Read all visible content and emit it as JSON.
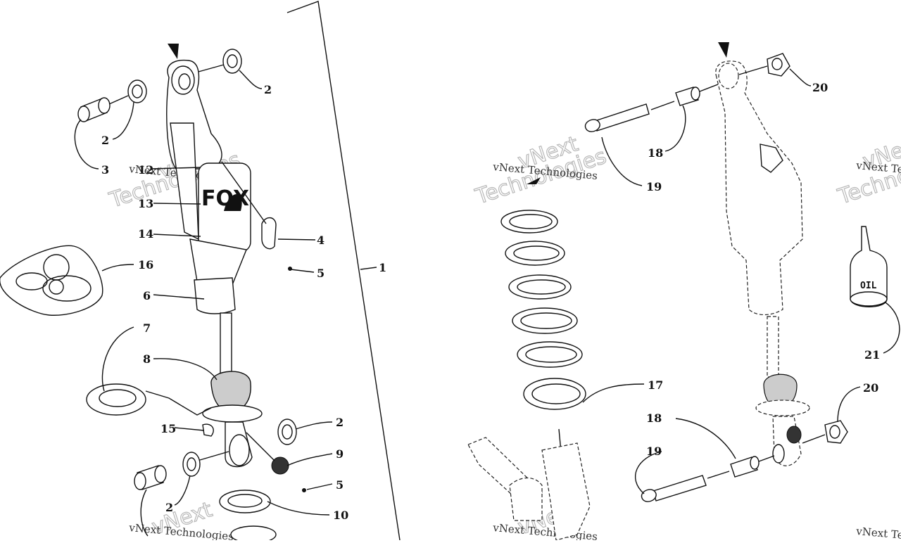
{
  "diagram": {
    "callouts_left": {
      "c1": "1",
      "c2a": "2",
      "c2b": "2",
      "c2c": "2",
      "c2d": "2",
      "c3": "3",
      "c4": "4",
      "c5a": "5",
      "c5b": "5",
      "c6": "6",
      "c7": "7",
      "c8": "8",
      "c9": "9",
      "c10": "10",
      "c12": "12",
      "c13": "13",
      "c14": "14",
      "c15": "15",
      "c16": "16"
    },
    "callouts_right": {
      "c17": "17",
      "c18a": "18",
      "c18b": "18",
      "c19a": "19",
      "c19b": "19",
      "c20a": "20",
      "c20b": "20",
      "c21": "21"
    },
    "oil_label": "OIL",
    "brand_label": "FOX",
    "watermark": {
      "line1": "vNext Technologies",
      "big1": "vNext",
      "big2": "Technologies"
    }
  }
}
